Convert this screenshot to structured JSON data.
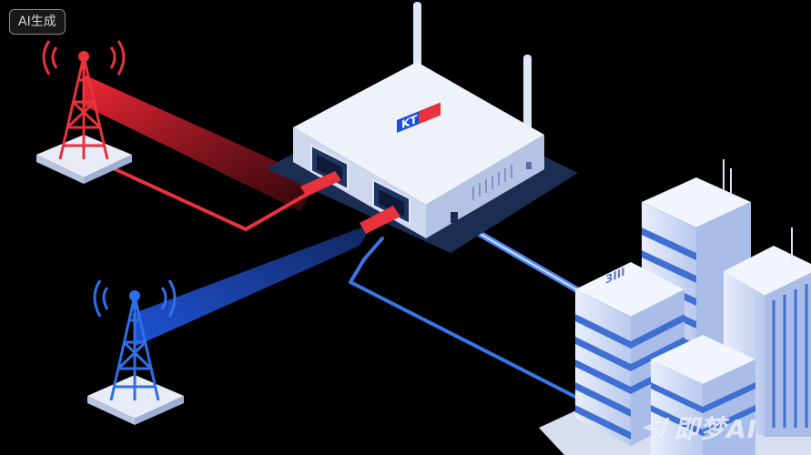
{
  "badge": {
    "label": "AI生成"
  },
  "router": {
    "logo": "KT"
  },
  "building": {
    "sign": "3III"
  },
  "watermark": {
    "text": "即梦AI",
    "icon": "paper-plane-icon"
  },
  "colors": {
    "background": "#000000",
    "signal_red": "#e8323c",
    "signal_blue": "#2f6fe8",
    "router_body": "#e9eef8",
    "router_shadow": "#1c2d52",
    "building_light": "#dfe7f7",
    "building_stripe": "#3f6fd2"
  }
}
